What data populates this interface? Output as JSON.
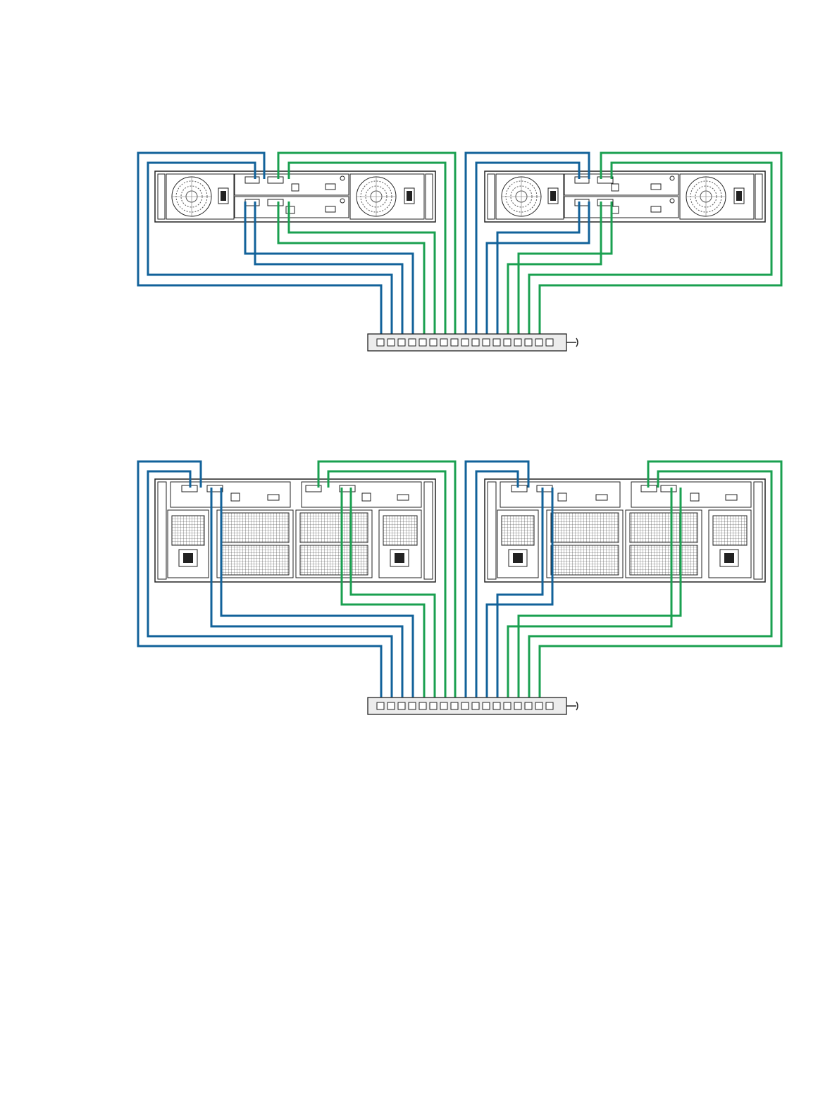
{
  "colors": {
    "blue": "#12629a",
    "green": "#1aa050",
    "chassis_stroke": "#222222",
    "chassis_fill": "#ffffff",
    "switch_fill": "#ececec"
  },
  "diagrams": [
    {
      "id": "top",
      "chassis_type": "2U-controller-enclosure",
      "enclosure_count": 2,
      "switch_port_count": 17
    },
    {
      "id": "bottom",
      "chassis_type": "4U-controller-enclosure",
      "enclosure_count": 2,
      "switch_port_count": 17
    }
  ],
  "icons": [
    "fan-icon",
    "power-inlet-icon",
    "network-switch-icon",
    "cable-icon"
  ]
}
